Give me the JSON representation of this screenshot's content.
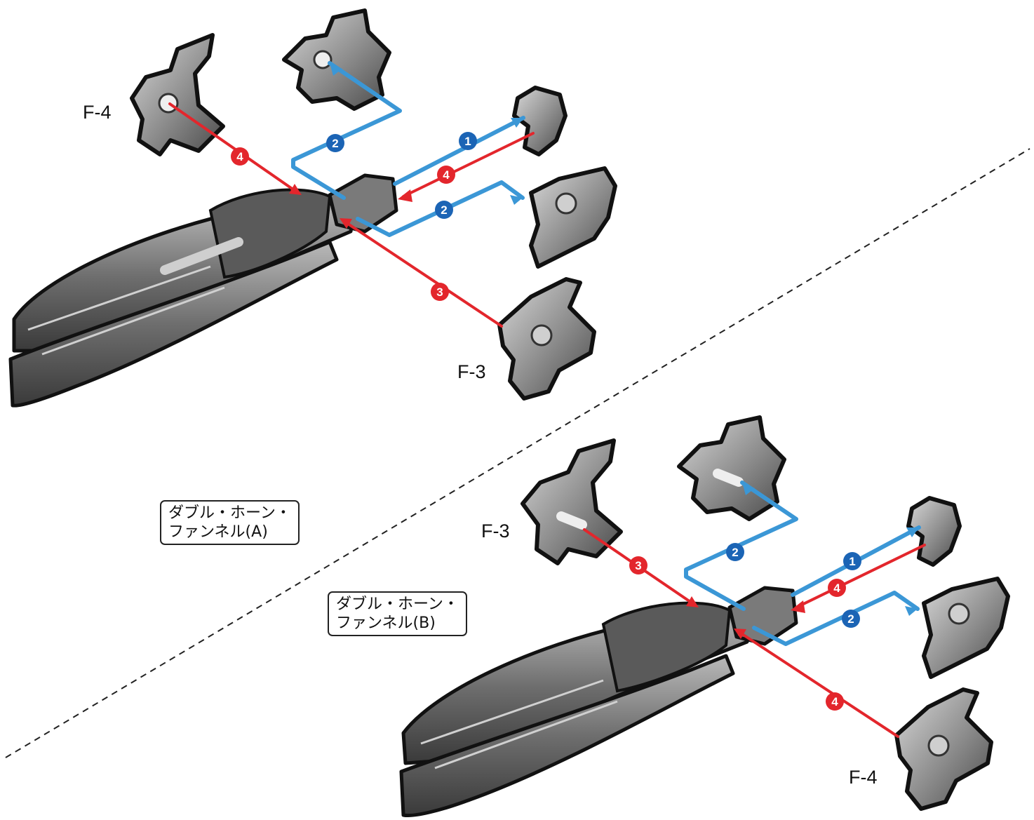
{
  "colors": {
    "blue_arrow": "#3b97d6",
    "red_arrow": "#e3262c",
    "blue_badge": "#1b64b5",
    "red_badge": "#e3262c",
    "part_outline": "#111111",
    "part_fill": "#8a8a8a",
    "part_light": "#d2d2d2",
    "divider": "#222222"
  },
  "icons": {
    "step_badge": "numbered-circle-icon",
    "part": "funnel-part-icon"
  },
  "assembly_a": {
    "title_line1": "ダブル・ホーン・",
    "title_line2": "ファンネル(A)",
    "label_top_left_part": "F-4",
    "label_bottom_part": "F-3",
    "steps": [
      "1",
      "2",
      "2",
      "3",
      "4",
      "4"
    ]
  },
  "assembly_b": {
    "title_line1": "ダブル・ホーン・",
    "title_line2": "ファンネル(B)",
    "label_top_left_part": "F-3",
    "label_bottom_part": "F-4",
    "steps": [
      "1",
      "2",
      "2",
      "3",
      "4",
      "4"
    ]
  }
}
